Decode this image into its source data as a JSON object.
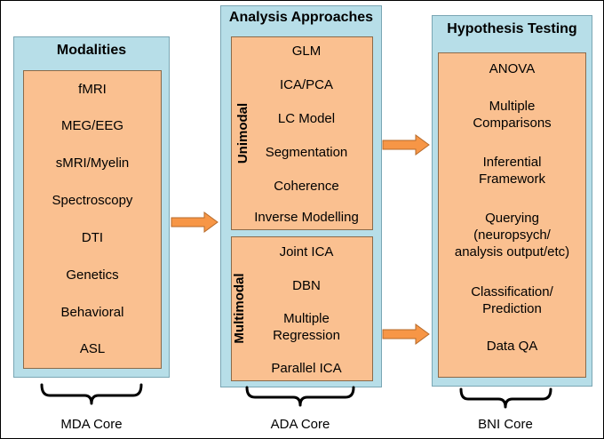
{
  "modalities": {
    "title": "Modalities",
    "items": [
      "fMRI",
      "MEG/EEG",
      "sMRI/Myelin",
      "Spectroscopy",
      "DTI",
      "Genetics",
      "Behavioral",
      "ASL"
    ],
    "core": "MDA Core"
  },
  "analysis": {
    "title": "Analysis Approaches",
    "unimodal_label": "Unimodal",
    "unimodal_items": [
      "GLM",
      "ICA/PCA",
      "LC Model",
      "Segmentation",
      "Coherence",
      "Inverse Modelling"
    ],
    "multimodal_label": "Multimodal",
    "multimodal_items": [
      "Joint ICA",
      "DBN",
      "Multiple\nRegression",
      "Parallel ICA"
    ],
    "core": "ADA Core"
  },
  "hypothesis": {
    "title": "Hypothesis Testing",
    "items": [
      "ANOVA",
      "Multiple\nComparisons",
      "Inferential\nFramework",
      "Querying\n(neuropsych/\nanalysis output/etc)",
      "Classification/\nPrediction",
      "Data QA"
    ],
    "core": "BNI Core"
  },
  "colors": {
    "outer": "#b7dee8",
    "inner": "#fac090",
    "arrow": "#f79646"
  }
}
